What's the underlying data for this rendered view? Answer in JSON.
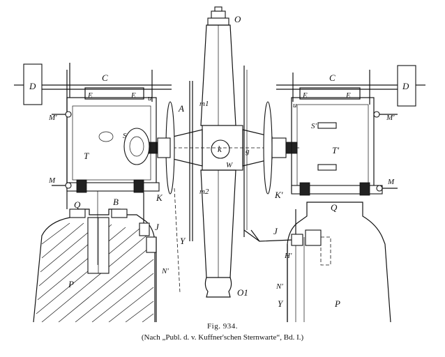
{
  "caption": {
    "figure_number": "Fig. 934.",
    "source": "(Nach „Publ. d. v. Kuffner'schen Sternwarte“, Bd. I.)"
  },
  "labels": {
    "O": "O",
    "O1": "O1",
    "C_left": "C",
    "C_right": "C",
    "D_left": "D",
    "D_right": "D",
    "E1": "E",
    "E2": "E",
    "E3": "E",
    "E4": "E",
    "A": "A",
    "k": "k",
    "W": "W",
    "g": "g",
    "T_left": "T",
    "T_right": "T'",
    "S_left": "S",
    "S_right": "S'",
    "M_left1": "M'",
    "M_left2": "M",
    "M_right1": "M'",
    "M_right2": "M",
    "K_left": "K",
    "K_right": "K'",
    "P_left": "P",
    "P_right": "P",
    "Q_left": "Q",
    "Q_right": "Q",
    "B": "B",
    "Y_left": "Y",
    "Y_right": "Y",
    "N_left": "N'",
    "N_right": "N'",
    "J_left": "J",
    "J_right": "J",
    "H": "H'",
    "m1": "m1",
    "m2": "m2",
    "u_left": "u",
    "u_right": "u"
  }
}
